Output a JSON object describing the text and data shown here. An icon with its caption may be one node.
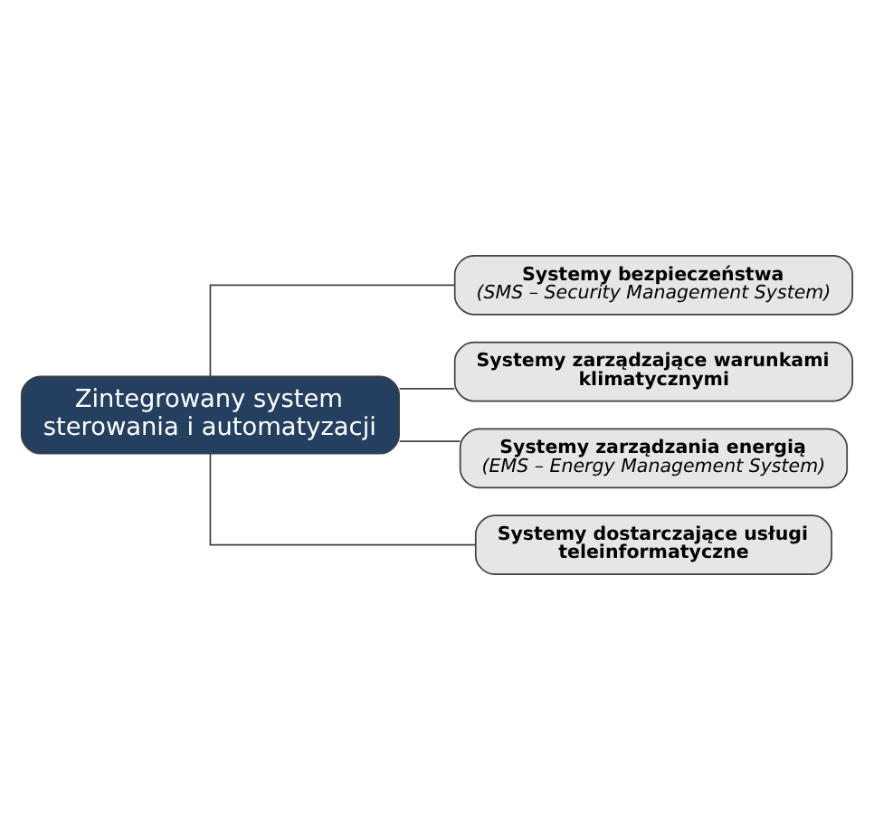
{
  "diagram": {
    "nodes": [
      {
        "text": [
          "Zintegrowany system sterowania i automatyzacji"
        ]
      },
      {
        "text": [
          "Systemy bezpieczeństwa",
          "(SMS – Security Management System)"
        ]
      },
      {
        "text": [
          "Systemy zarządzające warunkami klimatycznymi"
        ]
      },
      {
        "text": [
          "Systemy zarządzania energią",
          "(EMS – Energy Management System)"
        ]
      },
      {
        "text": [
          "Systemy dostarczające usługi teleinformatyczne"
        ]
      }
    ],
    "edges": [
      {
        "from": 0,
        "to": 1,
        "arrow": "none"
      },
      {
        "from": 0,
        "to": 2,
        "arrow": "none"
      },
      {
        "from": 0,
        "to": 3,
        "arrow": "none"
      },
      {
        "from": 0,
        "to": 4,
        "arrow": "none"
      }
    ]
  }
}
